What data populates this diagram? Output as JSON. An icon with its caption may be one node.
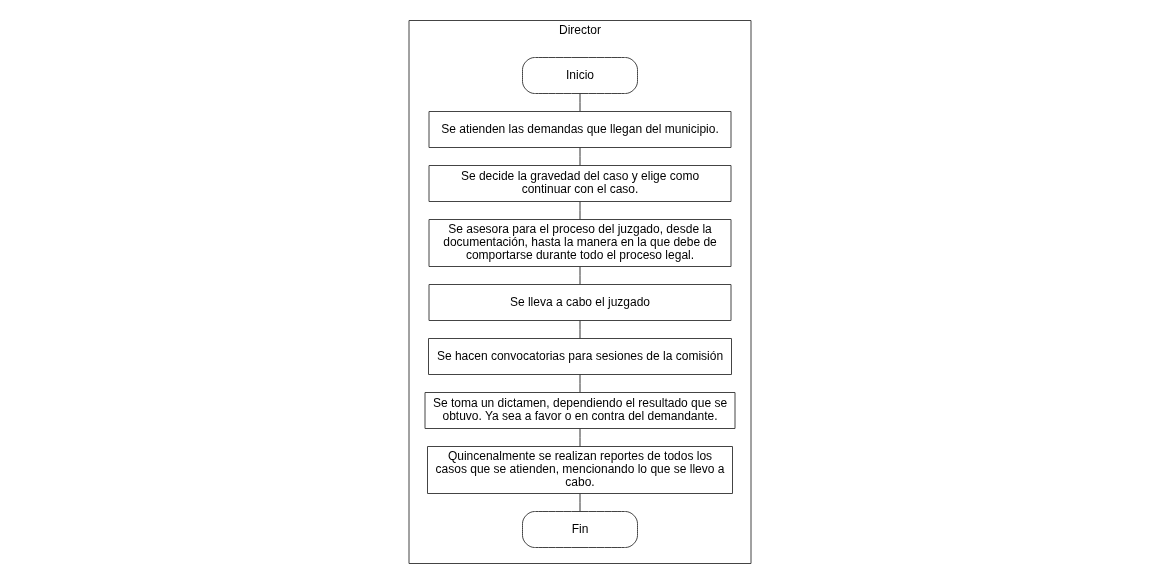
{
  "diagram": {
    "nodes": [
      {
        "text": [
          "Director"
        ]
      },
      {
        "text": [
          "Inicio"
        ],
        "in": 0
      },
      {
        "text": [
          "Se atienden las demandas que llegan del municipio."
        ],
        "in": 0
      },
      {
        "text": [
          "Se decide la gravedad del caso y elige como continuar con el caso."
        ],
        "in": 0
      },
      {
        "text": [
          "Se asesora para el proceso del juzgado, desde la documentación, hasta la manera en la que debe de comportarse durante todo el proceso legal."
        ],
        "in": 0
      },
      {
        "text": [
          "Se lleva a cabo el juzgado"
        ],
        "in": 0
      },
      {
        "text": [
          "Se hacen convocatorias para sesiones de la comisión"
        ],
        "in": 0
      },
      {
        "text": [
          "Se toma un dictamen, dependiendo el resultado que se obtuvo. Ya sea a favor o en contra del demandante."
        ],
        "in": 0
      },
      {
        "text": [
          "Quincenalmente se realizan reportes de todos los casos que se atienden, mencionando lo que se llevo a cabo."
        ],
        "in": 0
      },
      {
        "text": [
          "Fin"
        ],
        "in": 0
      }
    ],
    "edges": [
      {
        "from": 1,
        "to": 2,
        "arrow": "none"
      },
      {
        "from": 2,
        "to": 3,
        "arrow": "none"
      },
      {
        "from": 3,
        "to": 4,
        "arrow": "none"
      },
      {
        "from": 4,
        "to": 5,
        "arrow": "none"
      },
      {
        "from": 5,
        "to": 6,
        "arrow": "none"
      },
      {
        "from": 6,
        "to": 7,
        "arrow": "none"
      },
      {
        "from": 7,
        "to": 8,
        "arrow": "none"
      },
      {
        "from": 8,
        "to": 9,
        "arrow": "none"
      }
    ]
  }
}
